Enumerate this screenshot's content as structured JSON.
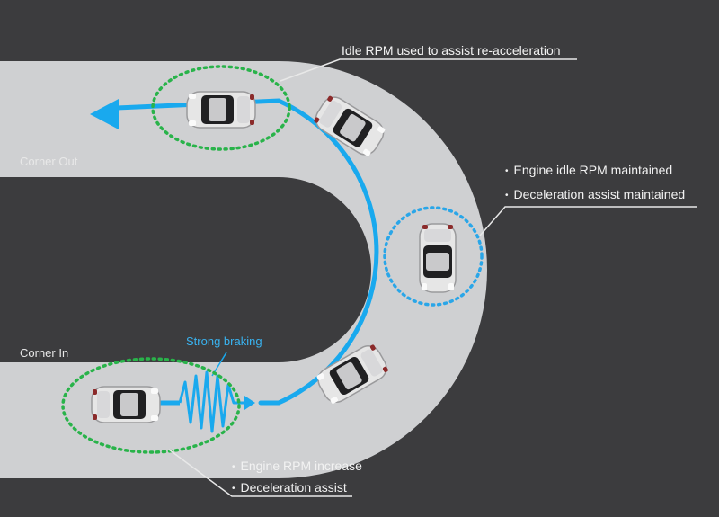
{
  "labels": {
    "corner_out": "Corner Out",
    "corner_in": "Corner In",
    "strong_braking": "Strong braking",
    "idle_rpm": "Idle RPM used to assist re-acceleration"
  },
  "annotations": {
    "right": [
      "Engine idle RPM maintained",
      "Deceleration assist maintained"
    ],
    "bottom": [
      "Engine RPM increase",
      "Deceleration assist"
    ]
  },
  "colors": {
    "background": "#3c3c3e",
    "road": "#cfd0d2",
    "path": "#19a9ee",
    "zone_green": "#29b34a",
    "zone_blue": "#2aa6e8",
    "car_body": "#e6e6e6",
    "car_roof": "#202022"
  },
  "icons": [
    "direction-arrow-icon",
    "braking-zigzag-icon",
    "car-icon"
  ]
}
